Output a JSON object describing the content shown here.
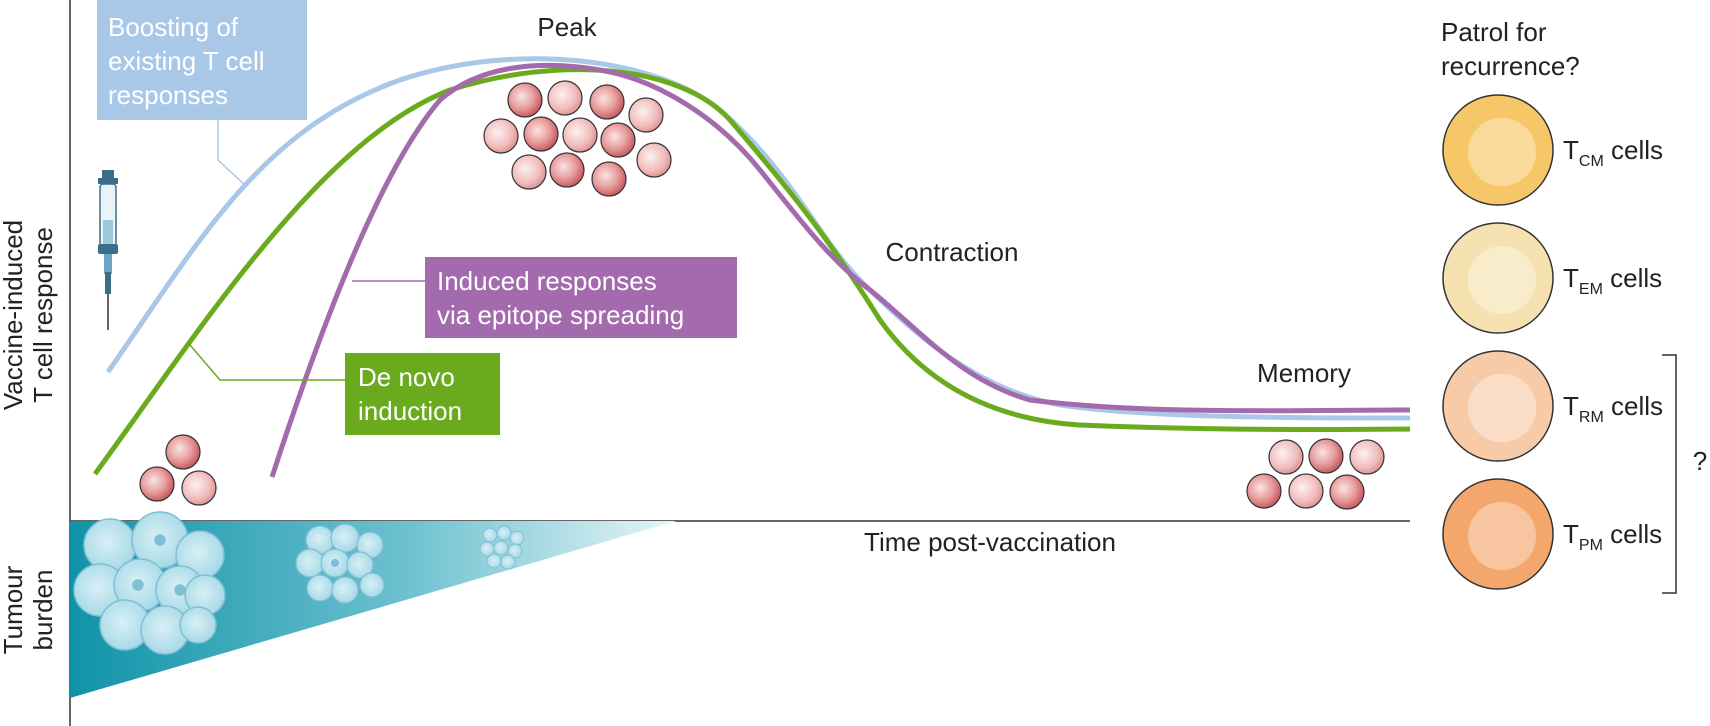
{
  "axes": {
    "y_label_line1": "Vaccine-induced",
    "y_label_line2": "T cell response",
    "tumour_label_line1": "Tumour",
    "tumour_label_line2": "burden",
    "x_label": "Time post-vaccination"
  },
  "phases": {
    "peak": "Peak",
    "contraction": "Contraction",
    "memory": "Memory"
  },
  "curves": {
    "boosting": {
      "line1": "Boosting of",
      "line2": "existing T cell",
      "line3": "responses",
      "color": "#a9c8e8"
    },
    "epitope": {
      "line1": "Induced responses",
      "line2": "via epitope spreading",
      "color": "#a46aae"
    },
    "denovo": {
      "line1": "De novo",
      "line2": "induction",
      "color": "#6aab1e"
    }
  },
  "memory_panel": {
    "heading_line1": "Patrol for",
    "heading_line2": "recurrence?",
    "cells": [
      {
        "main": "T",
        "sub": "CM",
        "suffix": " cells",
        "color": "#f6c766"
      },
      {
        "main": "T",
        "sub": "EM",
        "suffix": " cells",
        "color": "#f6e2b0"
      },
      {
        "main": "T",
        "sub": "RM",
        "suffix": " cells",
        "color": "#f8cba8"
      },
      {
        "main": "T",
        "sub": "PM",
        "suffix": " cells",
        "color": "#f3a76c"
      }
    ],
    "bracket_mark": "?"
  }
}
